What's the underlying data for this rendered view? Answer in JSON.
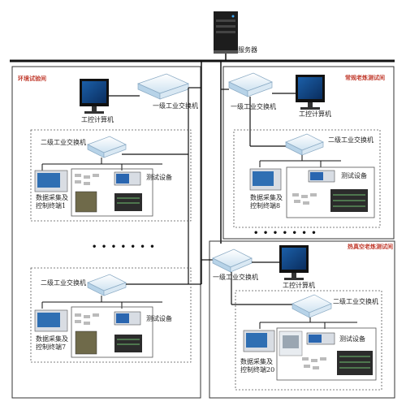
{
  "server": {
    "label": "服务器"
  },
  "zones": {
    "env": {
      "title": "环境试验间"
    },
    "room": {
      "title": "常规老炼测试间"
    },
    "vacuum": {
      "title": "热真空老炼测试间"
    }
  },
  "labels": {
    "industrial_pc": "工控计算机",
    "l1_switch": "一级工业交换机",
    "l2_switch": "二级工业交换机",
    "test_equipment": "测试设备",
    "daq_terminal_line1": "数据采集及"
  },
  "terminals": {
    "env_1": "控制终端1",
    "env_7": "控制终端7",
    "room_8": "控制终端8",
    "vacuum_20": "控制终端20"
  },
  "ellipsis": "• • • • • • •"
}
